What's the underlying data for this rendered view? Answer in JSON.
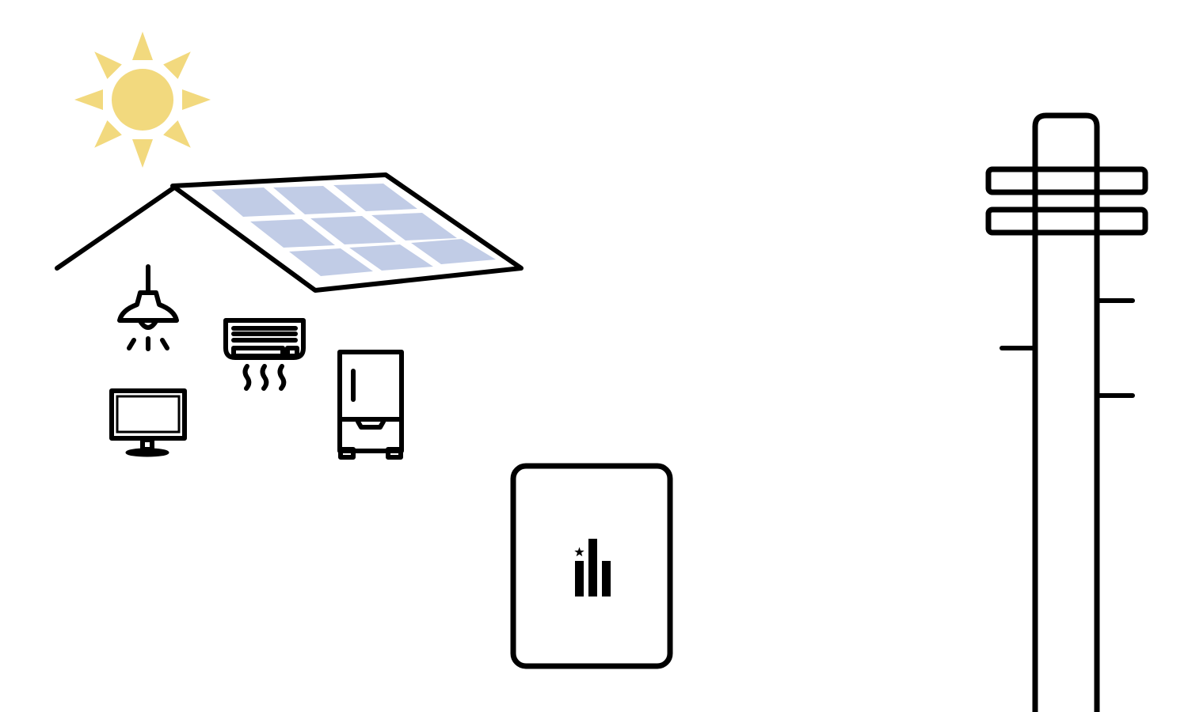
{
  "diagram": {
    "elements": [
      "sun",
      "house-roof",
      "solar-panel",
      "ceiling-lamp",
      "air-conditioner",
      "television",
      "refrigerator",
      "home-battery",
      "utility-pole"
    ],
    "colors": {
      "sun": "#f2d97e",
      "panel_cell": "#c1cce6",
      "stroke": "#000000",
      "background": "#ffffff"
    }
  }
}
